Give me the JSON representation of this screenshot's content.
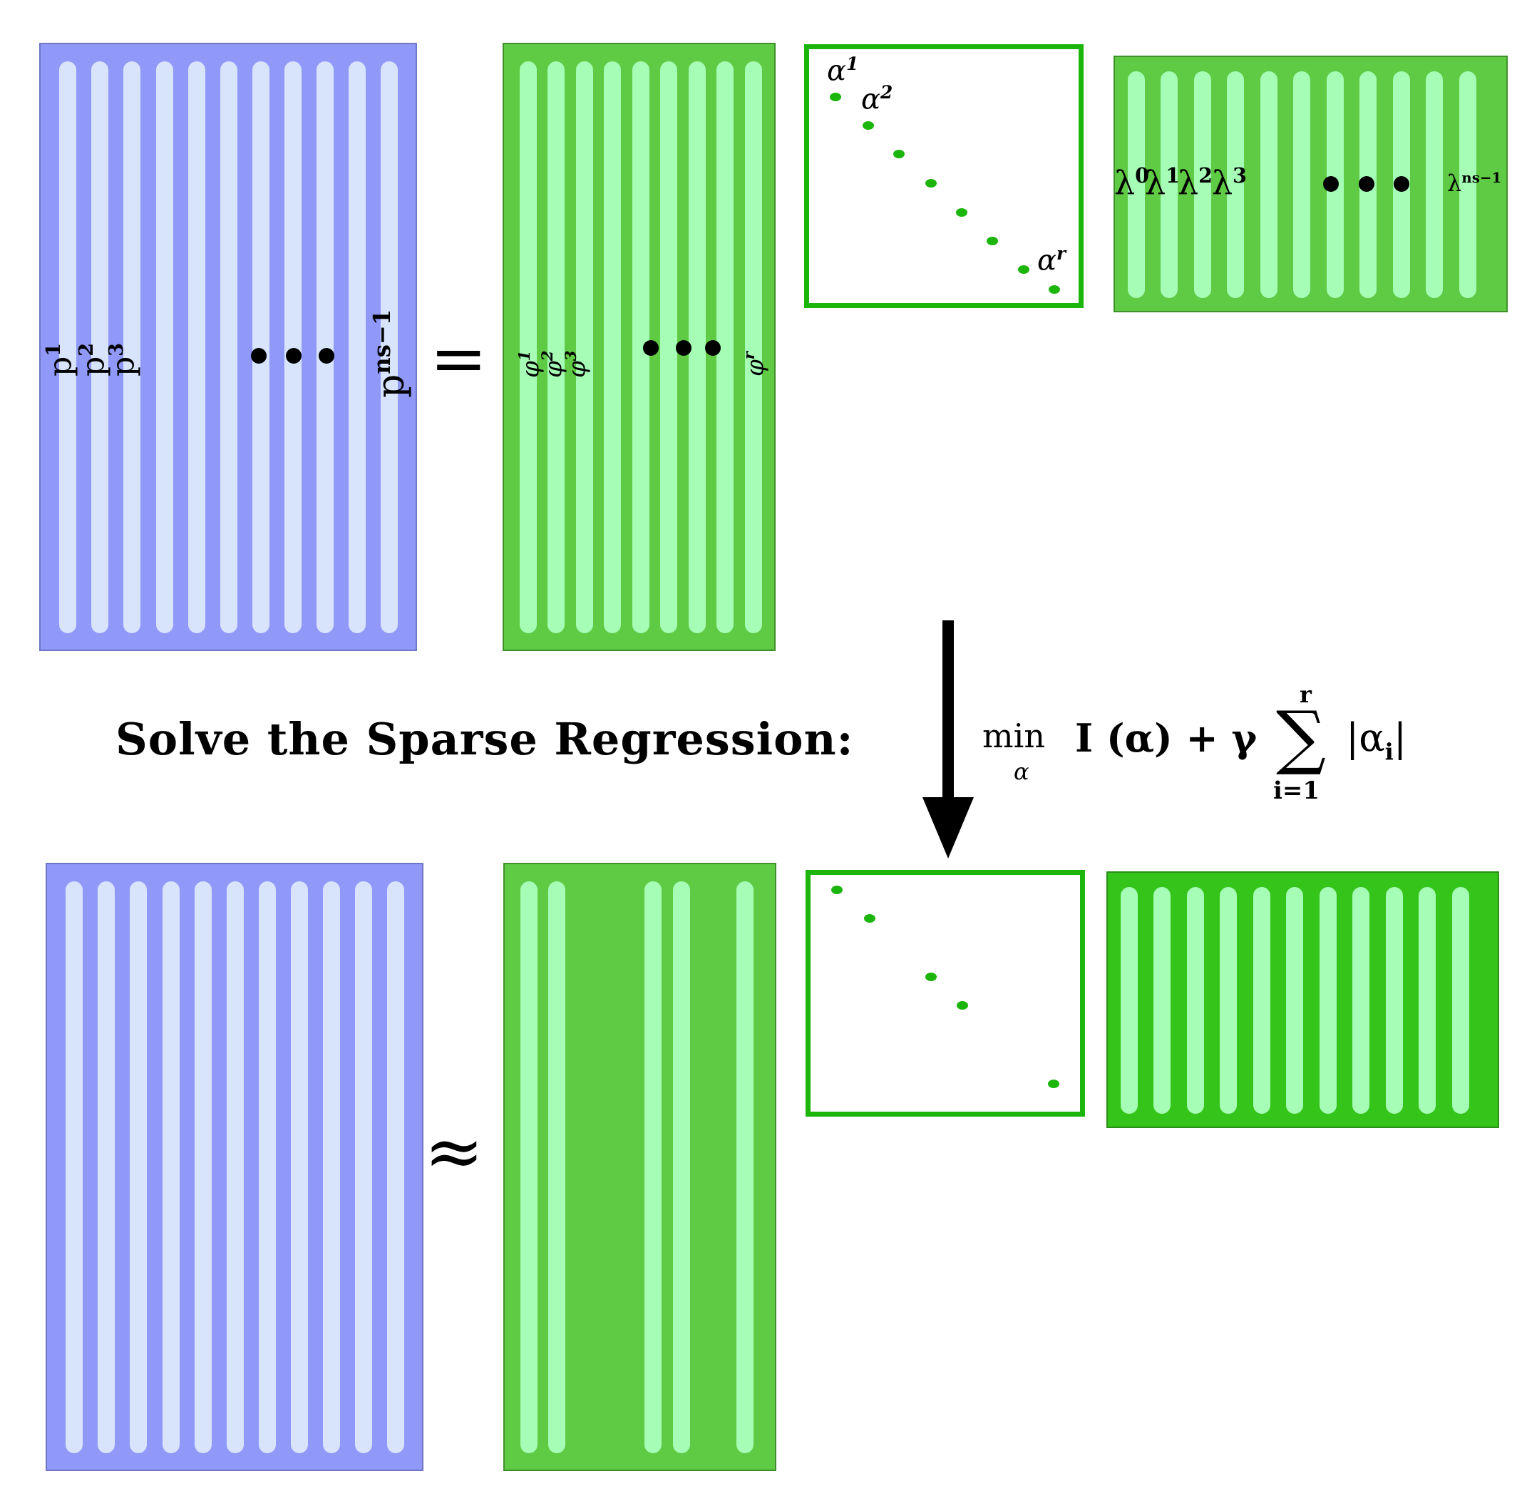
{
  "top_row": {
    "snapshot_labels": [
      "p",
      "p",
      "p",
      "p"
    ],
    "snapshot_sups": [
      "1",
      "2",
      "3",
      "ns−1"
    ],
    "equals_sign": "=",
    "mode_labels": [
      "φ",
      "φ",
      "φ",
      "φ"
    ],
    "mode_sups": [
      "1",
      "2",
      "3",
      "r"
    ],
    "amplitude_labels": [
      "α",
      "α",
      "α"
    ],
    "amplitude_sups": [
      "1",
      "2",
      "r"
    ],
    "vandermonde_labels": [
      "λ",
      "λ",
      "λ",
      "λ",
      "λ"
    ],
    "vandermonde_sups": [
      "0",
      "1",
      "2",
      "3",
      "ns−1"
    ]
  },
  "arrow_label": "Solve the Sparse Regression:",
  "formula": {
    "min": "min",
    "min_sub": "α",
    "objective": "I (α) + γ",
    "sum_symbol": "∑",
    "sum_upper": "r",
    "sum_lower": "i=1",
    "term": "|α",
    "term_sub": "i",
    "term_close": "|"
  },
  "bottom_row": {
    "approx_sign": "≈"
  },
  "colors": {
    "snapshot_matrix": "#9099f8",
    "snapshot_stripe": "#d8e4fb",
    "mode_matrix": "#5fcb44",
    "mode_stripe": "#a6fdb6",
    "vandermonde_sparse": "#35c419",
    "diagonal_frame": "#1cb50c"
  }
}
